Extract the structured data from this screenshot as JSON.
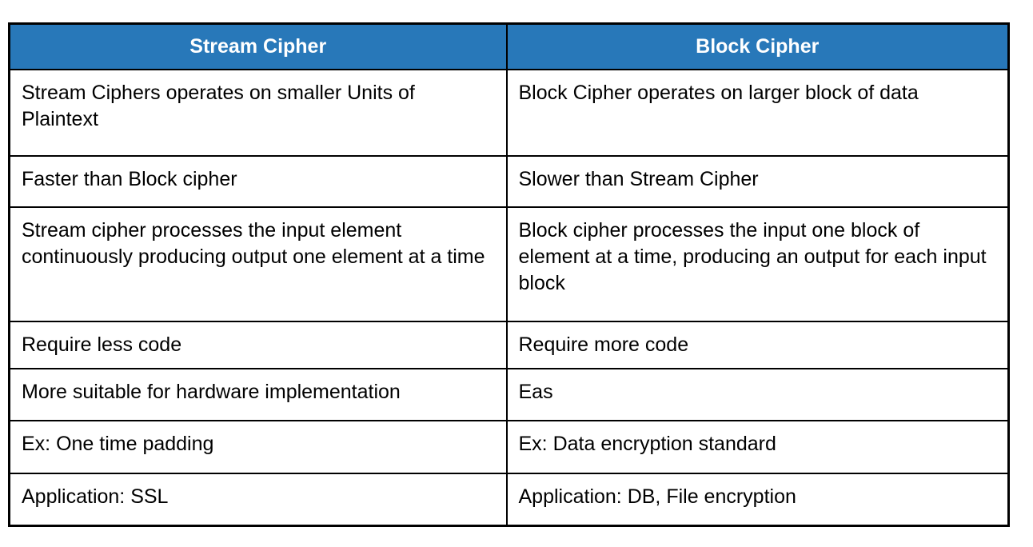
{
  "table": {
    "headers": [
      {
        "label": "Stream Cipher"
      },
      {
        "label": "Block Cipher"
      }
    ],
    "rows": [
      {
        "stream": "Stream Ciphers operates on smaller Units of Plaintext",
        "block": "Block Cipher operates on larger block of data"
      },
      {
        "stream": "Faster than Block cipher",
        "block": "Slower than Stream Cipher"
      },
      {
        "stream": "Stream cipher processes the input element continuously producing output one element at a time",
        "block": "Block cipher processes the input one block of element at a time, producing an output for each input block"
      },
      {
        "stream": "Require less code",
        "block": "Require more code"
      },
      {
        "stream": "More suitable for hardware implementation",
        "block": "Eas"
      },
      {
        "stream": "Ex: One time padding",
        "block": "Ex: Data encryption standard"
      },
      {
        "stream": "Application: SSL",
        "block": "Application: DB, File encryption"
      }
    ],
    "colors": {
      "header_bg": "#2878b9",
      "header_text": "#ffffff",
      "body_text": "#000000",
      "border": "#000000",
      "page_bg": "#ffffff"
    }
  }
}
